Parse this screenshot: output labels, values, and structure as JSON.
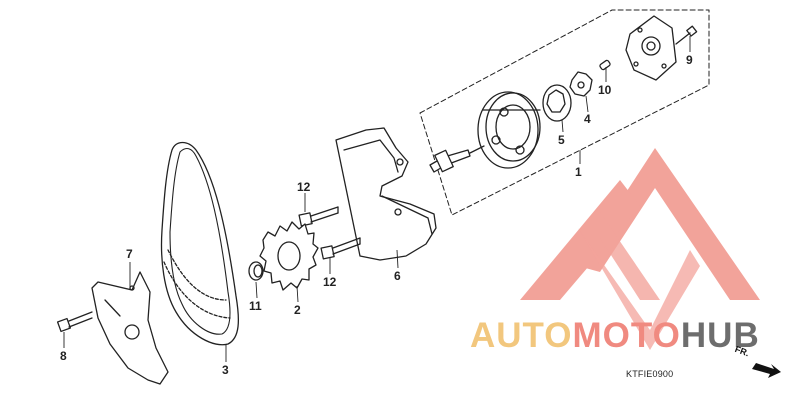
{
  "parts": [
    {
      "id": "p1",
      "number": "1"
    },
    {
      "id": "p2",
      "number": "2"
    },
    {
      "id": "p3",
      "number": "3"
    },
    {
      "id": "p4",
      "number": "4"
    },
    {
      "id": "p5",
      "number": "5"
    },
    {
      "id": "p6",
      "number": "6"
    },
    {
      "id": "p7",
      "number": "7"
    },
    {
      "id": "p8",
      "number": "8"
    },
    {
      "id": "p9",
      "number": "9"
    },
    {
      "id": "p10",
      "number": "10"
    },
    {
      "id": "p11",
      "number": "11"
    },
    {
      "id": "p12a",
      "number": "12"
    },
    {
      "id": "p12b",
      "number": "12"
    }
  ],
  "diagram_code": "KTFIE0900",
  "direction_label": "FR.",
  "watermark": {
    "word_part_1": "AUTO",
    "word_part_2": "MOTO",
    "word_part_3": "HUB",
    "colors": {
      "auto": "#f2c77e",
      "moto": "#f08a80",
      "hub": "#6d6d6d",
      "logo": "#f19a90"
    }
  }
}
